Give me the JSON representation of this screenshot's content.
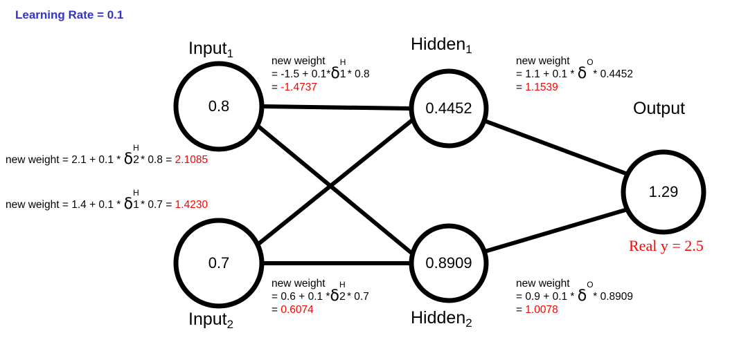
{
  "header": {
    "learning_rate_text": "Learning Rate = 0.1",
    "learning_rate_color": "#3333CC"
  },
  "colors": {
    "node_stroke": "#000000",
    "edge": "#000000",
    "result_red": "#FF0000",
    "text": "#000000",
    "background": "#FFFFFF"
  },
  "nodes": {
    "input1": {
      "label": "Input",
      "sublabel": "1",
      "value": "0.8"
    },
    "input2": {
      "label": "Input",
      "sublabel": "2",
      "value": "0.7"
    },
    "hidden1": {
      "label": "Hidden",
      "sublabel": "1",
      "value": "0.4452"
    },
    "hidden2": {
      "label": "Hidden",
      "sublabel": "2",
      "value": "0.8909"
    },
    "output": {
      "label": "Output",
      "sublabel": "",
      "value": "1.29"
    }
  },
  "output_caption": "Real y = 2.5",
  "annotations": {
    "in1_h1": {
      "title": "new weight",
      "line2_pre": "= -1.5 + 0.1*",
      "delta_sup": "H",
      "delta_sub": "1",
      "line2_post": "* 0.8",
      "line3_pre": "= ",
      "result": "-1.4737"
    },
    "h1_out": {
      "title": "new weight",
      "line2_pre": "= 1.1 + 0.1 * ",
      "delta_sup": "O",
      "delta_sub": "",
      "line2_post": "* 0.4452",
      "line3_pre": "= ",
      "result": "1.1539"
    },
    "in1_h2": {
      "pre": "new weight = 2.1 + 0.1 * ",
      "delta_sup": "H",
      "delta_sub": "2",
      "post": "* 0.8 = ",
      "result": "2.1085"
    },
    "in2_h1": {
      "pre": "new weight = 1.4 + 0.1 * ",
      "delta_sup": "H",
      "delta_sub": "1",
      "post": "* 0.7 = ",
      "result": "1.4230"
    },
    "in2_h2": {
      "title": "new weight",
      "line2_pre": "= 0.6 + 0.1 *",
      "delta_sup": "H",
      "delta_sub": "2",
      "line2_post": "* 0.7",
      "line3_pre": "= ",
      "result": "0.6074"
    },
    "h2_out": {
      "title": "new weight",
      "line2_pre": "= 0.9 + 0.1 * ",
      "delta_sup": "O",
      "delta_sub": "",
      "line2_post": "* 0.8909",
      "line3_pre": "= ",
      "result": "1.0078"
    }
  },
  "chart_data": {
    "type": "diagram",
    "title": "Neural network backpropagation weight update",
    "layers": [
      {
        "name": "Input",
        "nodes": [
          {
            "id": "input1",
            "value": 0.8
          },
          {
            "id": "input2",
            "value": 0.7
          }
        ]
      },
      {
        "name": "Hidden",
        "nodes": [
          {
            "id": "hidden1",
            "value": 0.4452
          },
          {
            "id": "hidden2",
            "value": 0.8909
          }
        ]
      },
      {
        "name": "Output",
        "nodes": [
          {
            "id": "output",
            "value": 1.29
          }
        ]
      }
    ],
    "target_y": 2.5,
    "learning_rate": 0.1,
    "edges": [
      {
        "from": "input1",
        "to": "hidden1",
        "old_weight": -1.5,
        "new_weight": -1.4737
      },
      {
        "from": "input1",
        "to": "hidden2",
        "old_weight": 2.1,
        "new_weight": 2.1085
      },
      {
        "from": "input2",
        "to": "hidden1",
        "old_weight": 1.4,
        "new_weight": 1.423
      },
      {
        "from": "input2",
        "to": "hidden2",
        "old_weight": 0.6,
        "new_weight": 0.6074
      },
      {
        "from": "hidden1",
        "to": "output",
        "old_weight": 1.1,
        "new_weight": 1.1539
      },
      {
        "from": "hidden2",
        "to": "output",
        "old_weight": 0.9,
        "new_weight": 1.0078
      }
    ]
  }
}
